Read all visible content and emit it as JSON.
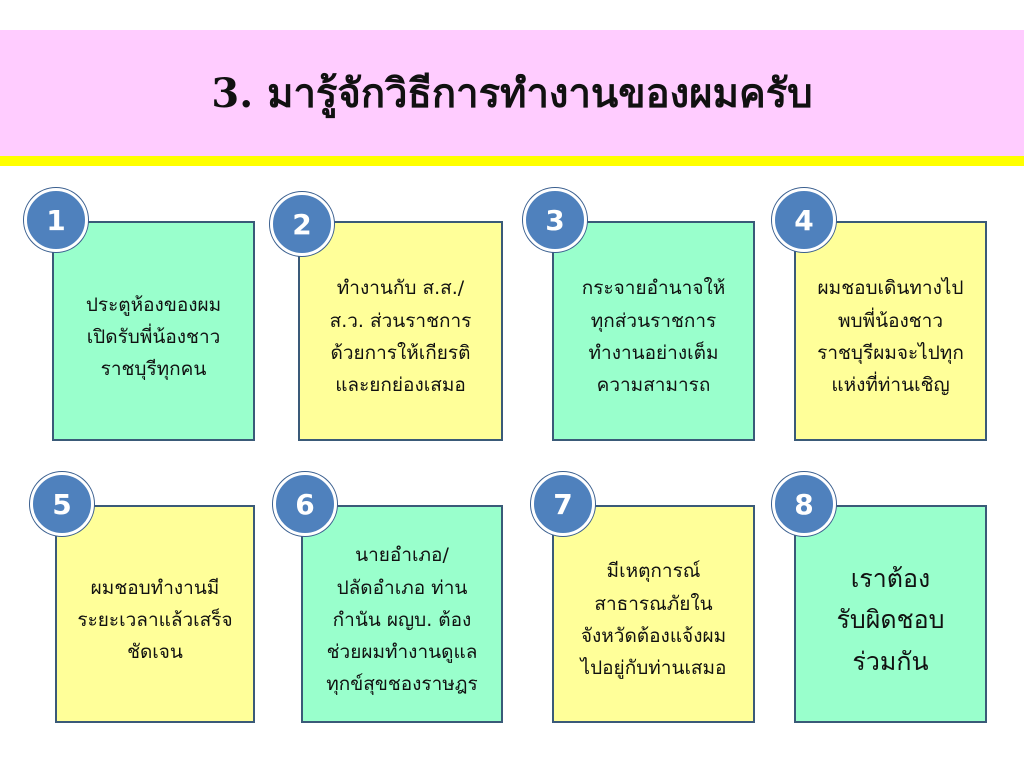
{
  "title": "3. มารู้จักวิธีการทำงานของผมครับ",
  "cards": [
    {
      "number": "1",
      "text": "ประตูห้องของผม\nเปิดรับพี่น้องชาว\nราชบุรีทุกคน"
    },
    {
      "number": "2",
      "text": "ทำงานกับ ส.ส./\nส.ว. ส่วนราชการ\nด้วยการให้เกียรติ\nและยกย่องเสมอ"
    },
    {
      "number": "3",
      "text": "กระจายอำนาจให้\nทุกส่วนราชการ\nทำงานอย่างเต็ม\nความสามารถ"
    },
    {
      "number": "4",
      "text": "ผมชอบเดินทางไป\nพบพี่น้องชาว\nราชบุรีผมจะไปทุก\nแห่งที่ท่านเชิญ"
    },
    {
      "number": "5",
      "text": "ผมชอบทำงานมี\nระยะเวลาแล้วเสร็จ\nชัดเจน"
    },
    {
      "number": "6",
      "text": "นายอำเภอ/\nปลัดอำเภอ ท่าน\nกำนัน ผญบ. ต้อง\nช่วยผมทำงานดูแล\nทุกข์สุขชองราษฎร"
    },
    {
      "number": "7",
      "text": "มีเหตุการณ์\nสาธารณภัยใน\nจังหวัดต้องแจ้งผม\nไปอยู่กับท่านเสมอ"
    },
    {
      "number": "8",
      "text": "เราต้อง\nรับผิดชอบ\nร่วมกัน"
    }
  ]
}
